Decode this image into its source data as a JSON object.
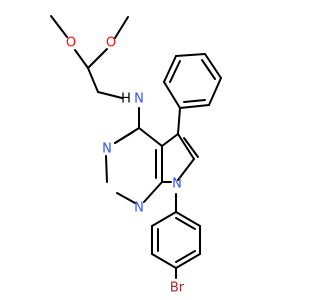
{
  "structure": {
    "atoms": {
      "o1": "O",
      "o2": "O",
      "nh_n": "N",
      "nh_h": "H",
      "n3": "N",
      "n1": "N",
      "n7": "N",
      "br": "Br"
    },
    "colors": {
      "bond": "#000000",
      "oxygen": "#ff0d0d",
      "nitrogen": "#3050f8",
      "bromine": "#a62929"
    }
  }
}
